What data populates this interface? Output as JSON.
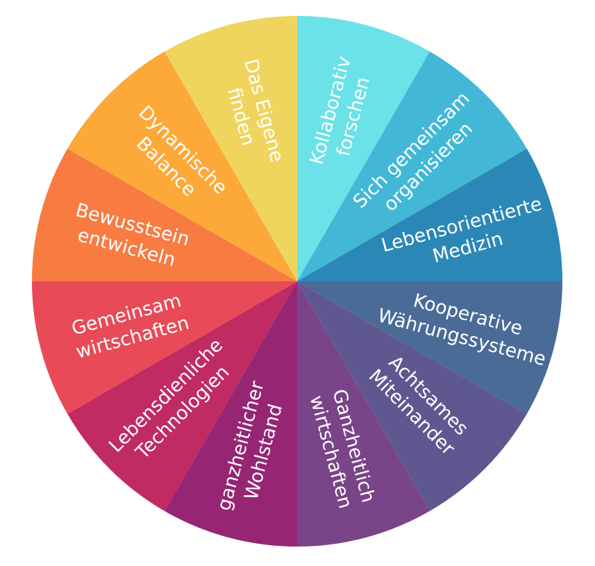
{
  "segments": [
    {
      "lines": [
        "Kollaborativ",
        "forschen"
      ],
      "color": "#6ae2e8"
    },
    {
      "lines": [
        "Sich gemeinsam",
        "organisieren"
      ],
      "color": "#42b8d6"
    },
    {
      "lines": [
        "Lebensorientierte",
        "Medizin"
      ],
      "color": "#2b88b6"
    },
    {
      "lines": [
        "Kooperative",
        "Währungssysteme"
      ],
      "color": "#4a6b96"
    },
    {
      "lines": [
        "Achtsames",
        "Miteinander"
      ],
      "color": "#5f5890"
    },
    {
      "lines": [
        "Ganzheitlich",
        "wirtschaften"
      ],
      "color": "#7a4488"
    },
    {
      "lines": [
        "ganzheitlicher",
        "Wohlstand"
      ],
      "color": "#962574"
    },
    {
      "lines": [
        "Lebensdienliche",
        "Technologien"
      ],
      "color": "#c02b62"
    },
    {
      "lines": [
        "Gemeinsam",
        "wirtschaften"
      ],
      "color": "#e84a57"
    },
    {
      "lines": [
        "Bewusstsein",
        "entwickeln"
      ],
      "color": "#f87b42"
    },
    {
      "lines": [
        "Dynamische",
        "Balance"
      ],
      "color": "#fca93a"
    },
    {
      "lines": [
        "Das Eigene",
        "finden"
      ],
      "color": "#efd55e"
    }
  ]
}
